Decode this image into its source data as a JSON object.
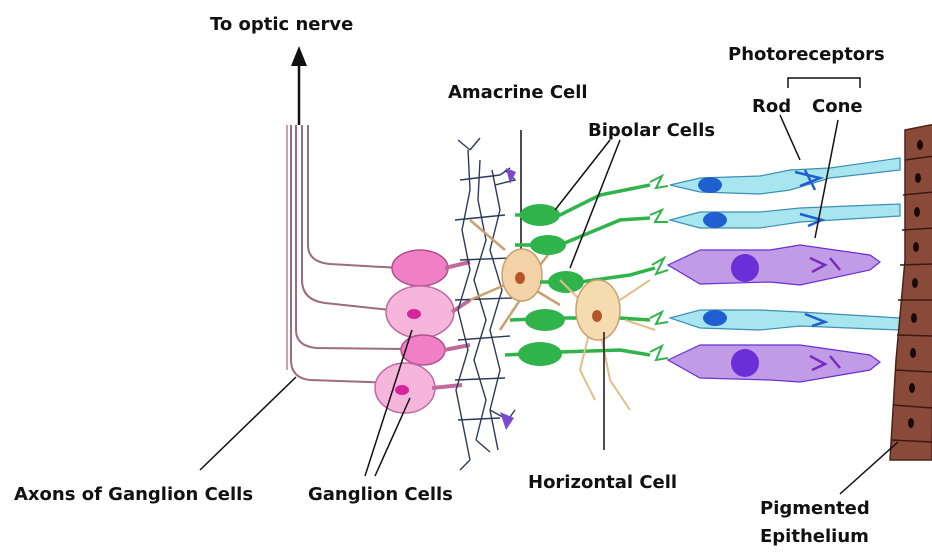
{
  "labels": {
    "to_optic_nerve": "To optic nerve",
    "photoreceptors": "Photoreceptors",
    "rod": "Rod",
    "cone": "Cone",
    "amacrine_cell": "Amacrine Cell",
    "bipolar_cells": "Bipolar Cells",
    "axons_of_ganglion_cells": "Axons of Ganglion Cells",
    "ganglion_cells": "Ganglion Cells",
    "horizontal_cell": "Horizontal Cell",
    "pigmented": "Pigmented",
    "epithelium": "Epithelium"
  },
  "colors": {
    "ganglion": "#f07fc6",
    "ganglion_light": "#f6b6dc",
    "axon": "#b07a8e",
    "amacrine": "#f2d2a6",
    "bipolar": "#2fb34a",
    "horizontal": "#f4dcb0",
    "rod": "#a7e6ee",
    "rod_nucleus": "#1f5fd0",
    "cone": "#c29be6",
    "cone_nucleus": "#6a2fd6",
    "epithelium": "#8a4a3a",
    "dendrite": "#2b3a55"
  }
}
